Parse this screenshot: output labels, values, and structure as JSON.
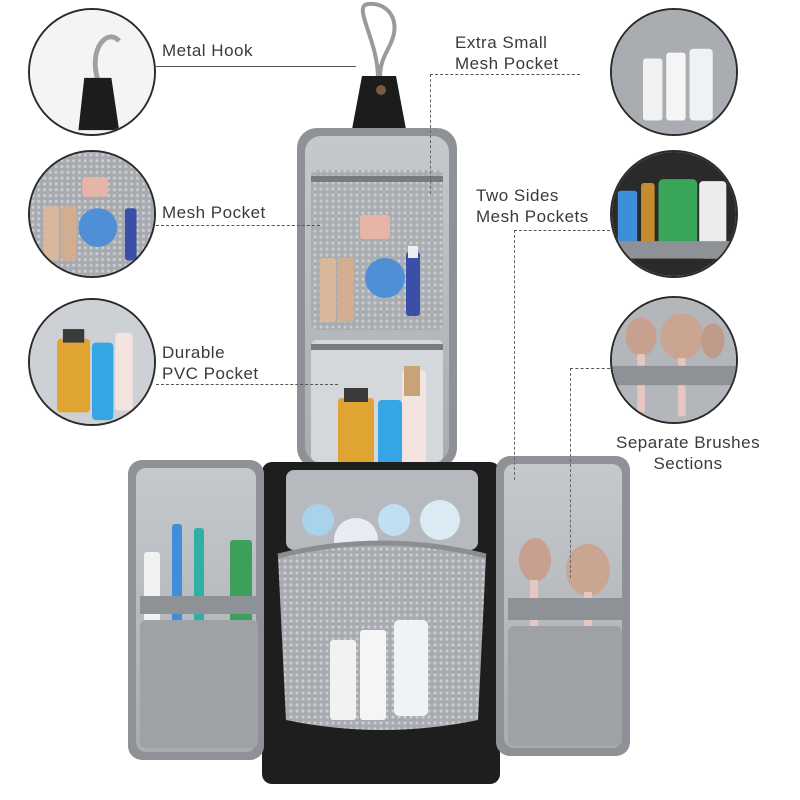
{
  "callouts": {
    "metal_hook": "Metal Hook",
    "mesh_pocket": "Mesh Pocket",
    "pvc_pocket_line1": "Durable",
    "pvc_pocket_line2": "PVC Pocket",
    "extra_small_line1": "Extra Small",
    "extra_small_line2": "Mesh Pocket",
    "two_sides_line1": "Two Sides",
    "two_sides_line2": "Mesh Pockets",
    "brushes_line1": "Separate Brushes",
    "brushes_line2": "Sections"
  },
  "colors": {
    "bag_body": "#1e1e1e",
    "bag_lining": "#b9bcc0",
    "bag_trim": "#8e9297",
    "mesh": "#9a9da1",
    "hook": "#9a9a9a"
  }
}
